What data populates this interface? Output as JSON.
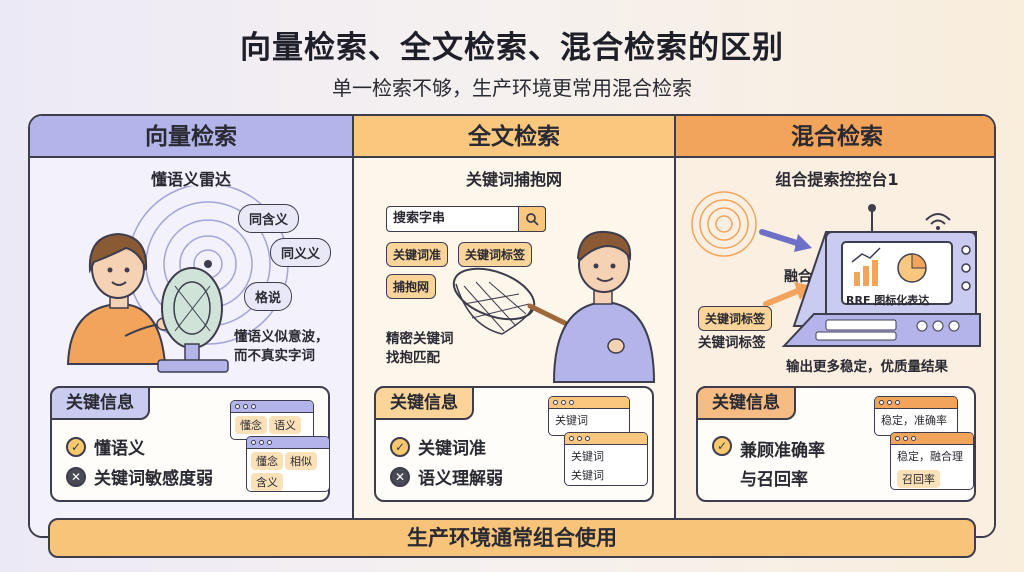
{
  "title": "向量检索、全文检索、混合检索的区别",
  "subtitle": "单一检索不够，生产环境更常用混合检索",
  "columns": [
    {
      "header": "向量检索",
      "subtitle": "懂语义雷达",
      "bubbles": [
        "同含义",
        "同义义",
        "格说"
      ],
      "note_line1": "懂语义似意波，",
      "note_line2": "而不真实字词",
      "info_title": "关键信息",
      "pros": [
        "懂语义"
      ],
      "cons": [
        "关键词敏感度弱"
      ],
      "card1_chips": [
        "懂念",
        "语义"
      ],
      "card2_chips": [
        "懂念",
        "相似",
        "含义"
      ]
    },
    {
      "header": "全文检索",
      "subtitle": "关键词捕抱网",
      "search_text": "搜索字串",
      "tags": [
        "关键词准",
        "关键词标签",
        "捕抱网"
      ],
      "note_line1": "精密关键词",
      "note_line2": "找抱匹配",
      "info_title": "关键信息",
      "pros": [
        "关键词准"
      ],
      "cons": [
        "语义理解弱"
      ],
      "card1_lines": [
        "关键词"
      ],
      "card2_lines": [
        "关键词",
        "关键词"
      ]
    },
    {
      "header": "混合检索",
      "subtitle": "组合提索控控台1",
      "merge_label": "融合",
      "screen_text": "RRF 图标化表达",
      "tag": "关键词标签",
      "tag_below": "关键词标签",
      "output": "输出更多稳定，优质量结果",
      "info_title": "关键信息",
      "pros_line1": "兼顾准确率",
      "pros_line2": "与召回率",
      "card1_lines": [
        "稳定，准确率"
      ],
      "card2_lines": [
        "稳定，融合理",
        "召回率"
      ]
    }
  ],
  "bottom_banner": "生产环境通常组合使用",
  "colors": {
    "vector": "#b3b5ea",
    "fulltext": "#f9c77e",
    "hybrid": "#f2a45b",
    "banner": "#f8c47a"
  }
}
